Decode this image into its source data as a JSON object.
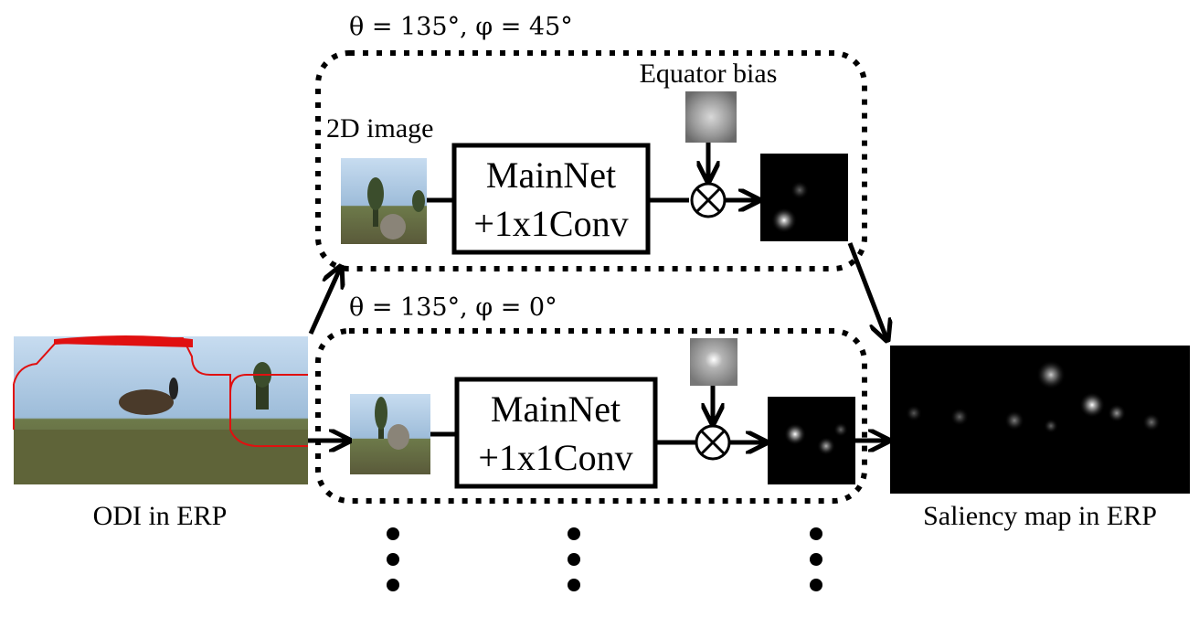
{
  "branches": [
    {
      "angle_label": "θ = 135°, φ = 45°",
      "input_label": "2D image",
      "bias_label": "Equator bias",
      "net_line1": "MainNet",
      "net_line2": "+1x1Conv"
    },
    {
      "angle_label": "θ = 135°, φ = 0°",
      "input_label": "",
      "bias_label": "",
      "net_line1": "MainNet",
      "net_line2": "+1x1Conv"
    }
  ],
  "odi_label": "ODI in ERP",
  "saliency_label": "Saliency map in ERP",
  "operator_symbol": "⊗",
  "colors": {
    "stroke": "#000000",
    "odi_outline": "#e01010",
    "sky": "#a9c8e8",
    "grass": "#6b6f3e",
    "saliency_bg": "#000000"
  }
}
